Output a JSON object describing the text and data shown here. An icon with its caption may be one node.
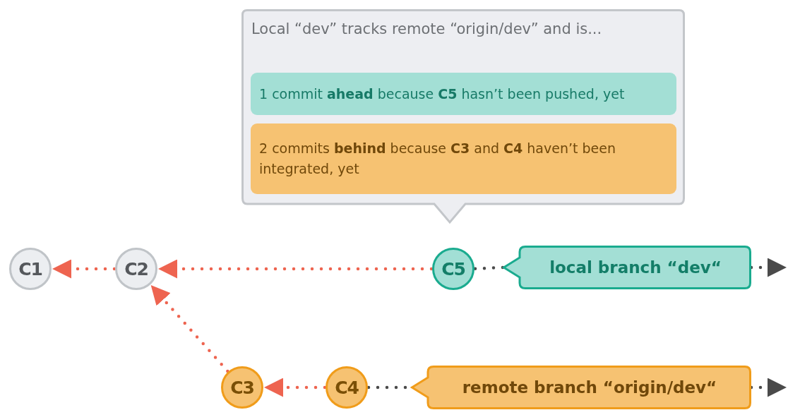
{
  "diagram": {
    "nodes": [
      {
        "text": [
          "Local “dev” tracks remote “origin/dev” and is..."
        ]
      },
      {
        "text": [
          "1 commit **ahead** because **C5** hasn’t been pushed, yet"
        ],
        "in": 0
      },
      {
        "text": [
          "2 commits **behind** because **C3** and **C4** haven’t been integrated, yet"
        ],
        "in": 0
      },
      {
        "text": [
          "C1"
        ]
      },
      {
        "text": [
          "C2"
        ]
      },
      {
        "text": [
          "C5"
        ]
      },
      {
        "text": [
          "local branch “dev“"
        ]
      },
      {
        "text": [
          "C3"
        ]
      },
      {
        "text": [
          "C4"
        ]
      },
      {
        "text": [
          "remote branch “origin/dev“"
        ]
      }
    ],
    "edges": [
      {
        "from": 4,
        "to": 3,
        "arrow": "to"
      },
      {
        "from": 5,
        "to": 4,
        "arrow": "to"
      },
      {
        "from": 7,
        "to": 4,
        "arrow": "to"
      },
      {
        "from": 8,
        "to": 7,
        "arrow": "to"
      },
      {
        "from": 5,
        "to": 6,
        "arrow": "none",
        "color": "#4a4a4a"
      },
      {
        "from": 6,
        "to": null,
        "arrow": "to",
        "color": "#4a4a4a"
      },
      {
        "from": 8,
        "to": 9,
        "arrow": "none",
        "color": "#4a4a4a"
      },
      {
        "from": 9,
        "to": null,
        "arrow": "to",
        "color": "#4a4a4a"
      }
    ]
  }
}
